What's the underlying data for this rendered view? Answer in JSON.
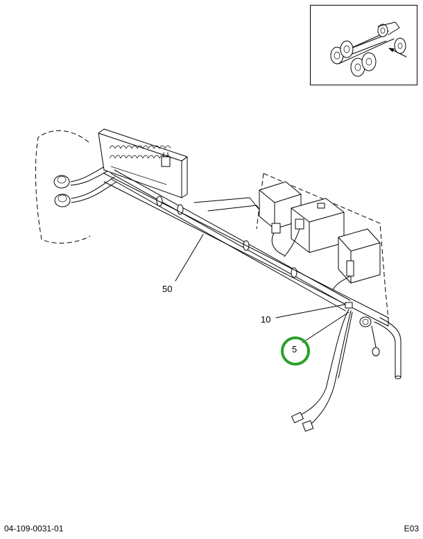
{
  "callouts": {
    "part_50": "50",
    "part_10": "10",
    "part_5": "5"
  },
  "highlight": {
    "target": "5",
    "color": "#2ca02c"
  },
  "footer": {
    "document_number": "04-109-0031-01",
    "page_code": "E03"
  }
}
